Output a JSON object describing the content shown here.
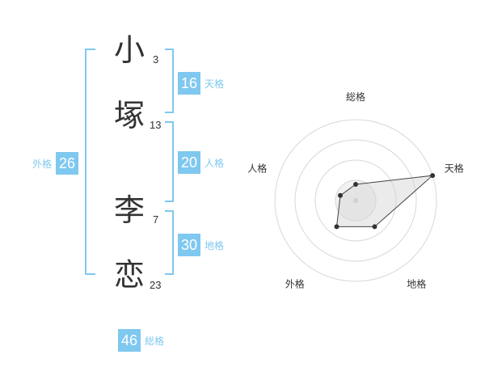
{
  "name": {
    "surname": [
      {
        "char": "小",
        "strokes": "3"
      },
      {
        "char": "塚",
        "strokes": "13"
      }
    ],
    "given": [
      {
        "char": "李",
        "strokes": "7"
      },
      {
        "char": "恋",
        "strokes": "23"
      }
    ]
  },
  "scores": {
    "tenkaku": {
      "value": "16",
      "label": "天格"
    },
    "jinkaku": {
      "value": "20",
      "label": "人格"
    },
    "chikaku": {
      "value": "30",
      "label": "地格"
    },
    "gaikaku": {
      "value": "26",
      "label": "外格"
    },
    "soukaku": {
      "value": "46",
      "label": "総格"
    }
  },
  "colors": {
    "accent": "#7fc8f0",
    "text": "#333333"
  },
  "chart_data": {
    "type": "radar",
    "axes": [
      "総格",
      "天格",
      "地格",
      "外格",
      "人格"
    ],
    "values": [
      1,
      5,
      2,
      2,
      1
    ],
    "rmax": 5,
    "rings": 4
  }
}
